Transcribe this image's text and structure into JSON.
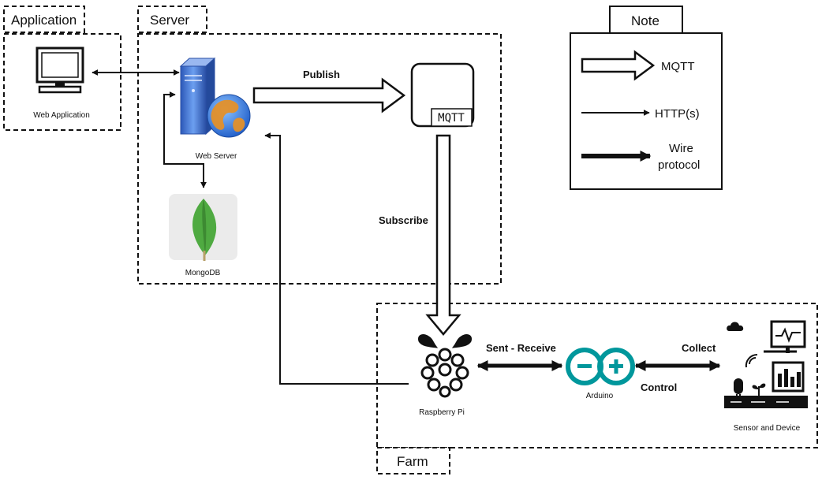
{
  "groups": {
    "application": "Application",
    "server": "Server",
    "farm": "Farm",
    "note": "Note"
  },
  "nodes": {
    "web_application": "Web Application",
    "web_server": "Web Server",
    "mongodb": "MongoDB",
    "mqtt_broker": "MQTT",
    "raspberry_pi": "Raspberry Pi",
    "arduino": "Arduino",
    "sensor_device": "Sensor and Device"
  },
  "edges": {
    "publish": "Publish",
    "subscribe": "Subscribe",
    "sent_receive": "Sent - Receive",
    "control": "Control",
    "collect": "Collect"
  },
  "legend": {
    "mqtt": "MQTT",
    "http": "HTTP(s)",
    "wire_line1": "Wire",
    "wire_line2": "protocol"
  },
  "colors": {
    "arduino": "#00979c",
    "mongo_leaf": "#4faa41",
    "server_blue": "#3a6fd0"
  }
}
